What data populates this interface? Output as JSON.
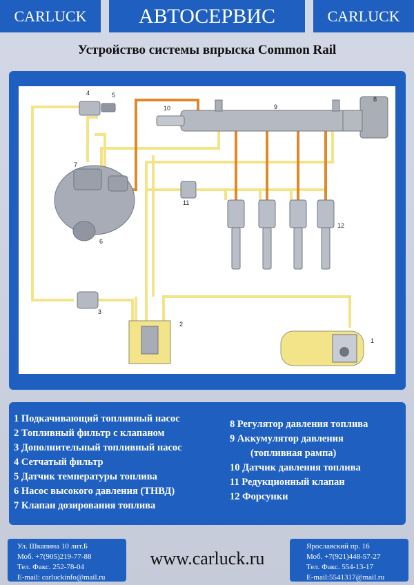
{
  "header": {
    "brand_left": "CARLUCK",
    "service": "АВТОСЕРВИС",
    "brand_right": "CARLUCK"
  },
  "title": "Устройство системы впрыска Common Rail",
  "diagram": {
    "callouts": [
      "1",
      "2",
      "3",
      "4",
      "5",
      "6",
      "7",
      "8",
      "9",
      "10",
      "11",
      "12"
    ],
    "colors": {
      "frame": "#1f5fbf",
      "high_pressure": "#e0892a",
      "low_pressure": "#f3e48a",
      "metal": "#9aa0aa"
    }
  },
  "legend": {
    "left": [
      "1 Подкачивающий топливный насос",
      "2 Топливный фильтр с клапаном",
      "3 Дополнительный топливный насос",
      "4 Сетчатый фильтр",
      "5 Датчик температуры топлива",
      "6 Насос высокого давления (ТНВД)",
      "7 Клапан дозирования топлива"
    ],
    "right": [
      "8 Регулятор давления топлива",
      "9 Аккумулятор давления",
      "(топливная рампа)",
      "10 Датчик давления топлива",
      "11 Редукционный клапан",
      "12 Форсунки"
    ]
  },
  "footer": {
    "left": [
      "Ул. Шкапина 10 лит.Б",
      "Моб. +7(905)219-77-88",
      "Тел. Факс. 252-78-04",
      "E-mail: carluckinfo@mail.ru"
    ],
    "website": "www.carluck.ru",
    "right": [
      "Ярославский пр. 16",
      "Моб. +7(921)448-57-27",
      "Тел. Факс. 554-13-17",
      "E-mail:5541317@mail.ru"
    ]
  }
}
